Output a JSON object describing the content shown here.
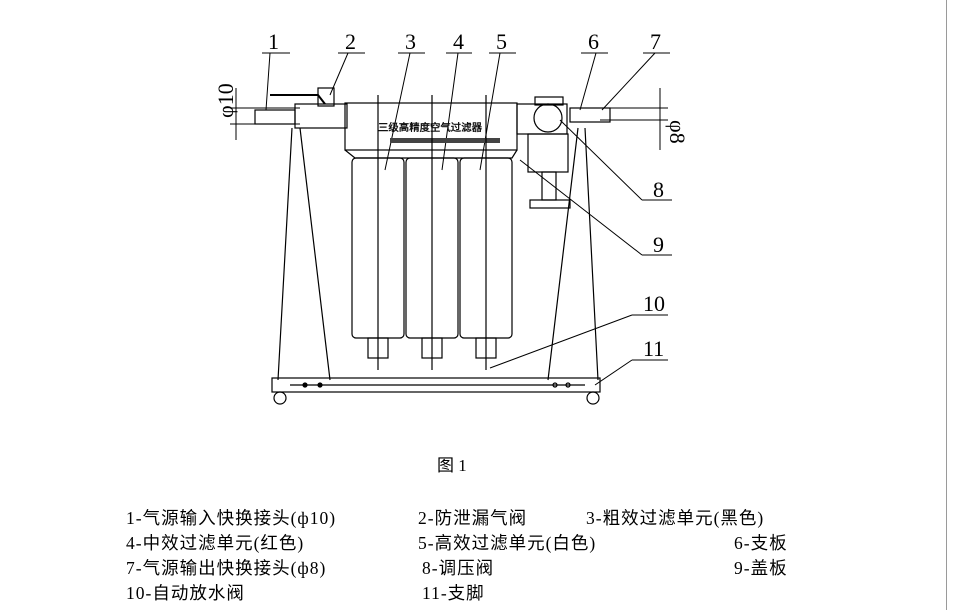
{
  "figure": {
    "callouts": [
      "1",
      "2",
      "3",
      "4",
      "5",
      "6",
      "7",
      "8",
      "9",
      "10",
      "11"
    ],
    "dim_inlet": "φ10",
    "dim_outlet": "φ8",
    "nameplate_text": "三级高精度空气过滤器",
    "caption": "图 1"
  },
  "legend": [
    [
      "1-气源输入快换接头(ф10)",
      "2-防泄漏气阀",
      "3-粗效过滤单元(黑色)"
    ],
    [
      "4-中效过滤单元(红色)",
      "5-高效过滤单元(白色)",
      "6-支板"
    ],
    [
      "7-气源输出快换接头(ф8)",
      "8-调压阀",
      "9-盖板"
    ],
    [
      "10-自动放水阀",
      "11-支脚"
    ]
  ]
}
